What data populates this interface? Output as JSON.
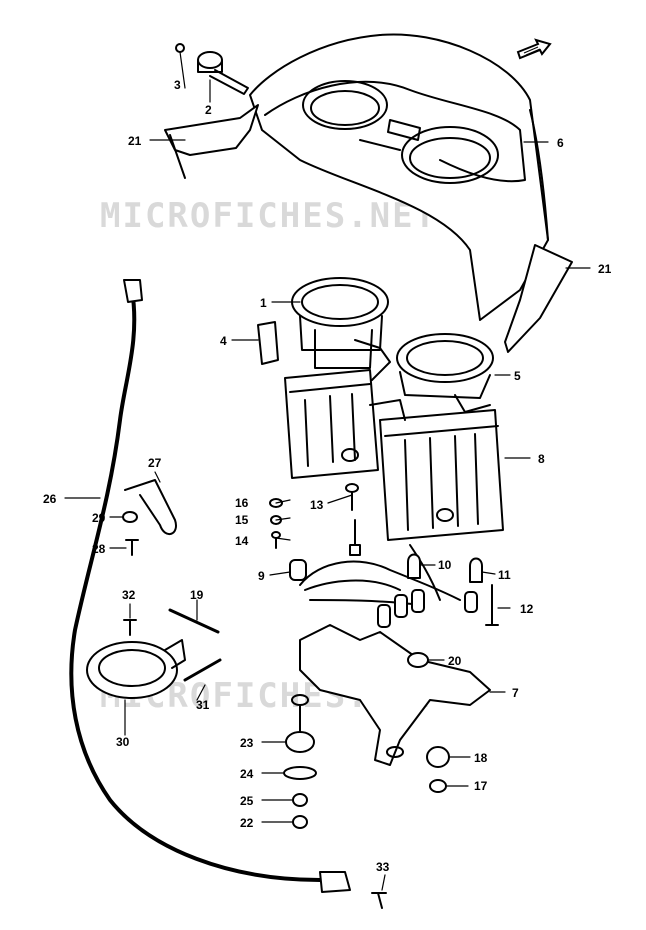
{
  "watermark": {
    "text": "MICROFICHES.NET"
  },
  "callouts": {
    "c1": "1",
    "c2": "2",
    "c3": "3",
    "c4": "4",
    "c5": "5",
    "c6": "6",
    "c7": "7",
    "c8": "8",
    "c9": "9",
    "c10": "10",
    "c11": "11",
    "c12": "12",
    "c13": "13",
    "c14": "14",
    "c15": "15",
    "c16": "16",
    "c17": "17",
    "c18": "18",
    "c19": "19",
    "c20": "20",
    "c21a": "21",
    "c21b": "21",
    "c22": "22",
    "c23": "23",
    "c24": "24",
    "c25": "25",
    "c26": "26",
    "c27": "27",
    "c28": "28",
    "c29": "29",
    "c30": "30",
    "c31": "31",
    "c32": "32",
    "c33": "33"
  }
}
